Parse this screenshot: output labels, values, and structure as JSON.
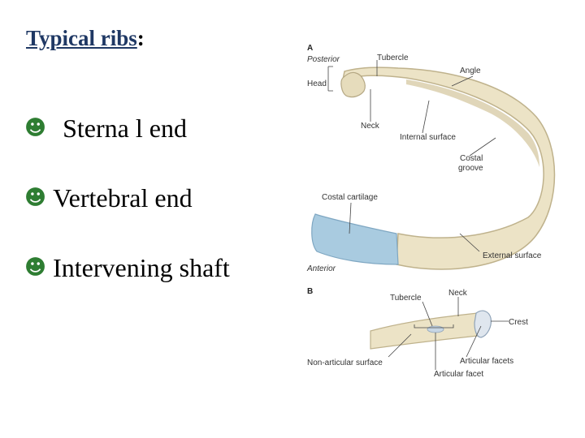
{
  "slide": {
    "title_main": "Typical ribs",
    "title_colon": ":",
    "bullets": [
      {
        "symbol": "☻",
        "text": "Sterna l end"
      },
      {
        "symbol": "☻",
        "text": "Vertebral end"
      },
      {
        "symbol": "☻",
        "text": "Intervening shaft"
      }
    ]
  },
  "figure": {
    "panel_a": {
      "panel_label": "A",
      "posterior": "Posterior",
      "anterior": "Anterior",
      "head": "Head",
      "tubercle": "Tubercle",
      "angle": "Angle",
      "neck": "Neck",
      "internal_surface": "Internal surface",
      "costal_groove_1": "Costal",
      "costal_groove_2": "groove",
      "costal_cartilage": "Costal cartilage",
      "external_surface": "External surface"
    },
    "panel_b": {
      "panel_label": "B",
      "tubercle": "Tubercle",
      "neck": "Neck",
      "crest": "Crest",
      "non_articular_surface": "Non-articular surface",
      "articular_facets": "Articular facets",
      "articular_facet": "Articular facet"
    },
    "colors": {
      "bone": "#ece3c6",
      "bone_shadow": "#cfc39f",
      "cartilage": "#a9cbe0",
      "leader": "#444444"
    }
  }
}
